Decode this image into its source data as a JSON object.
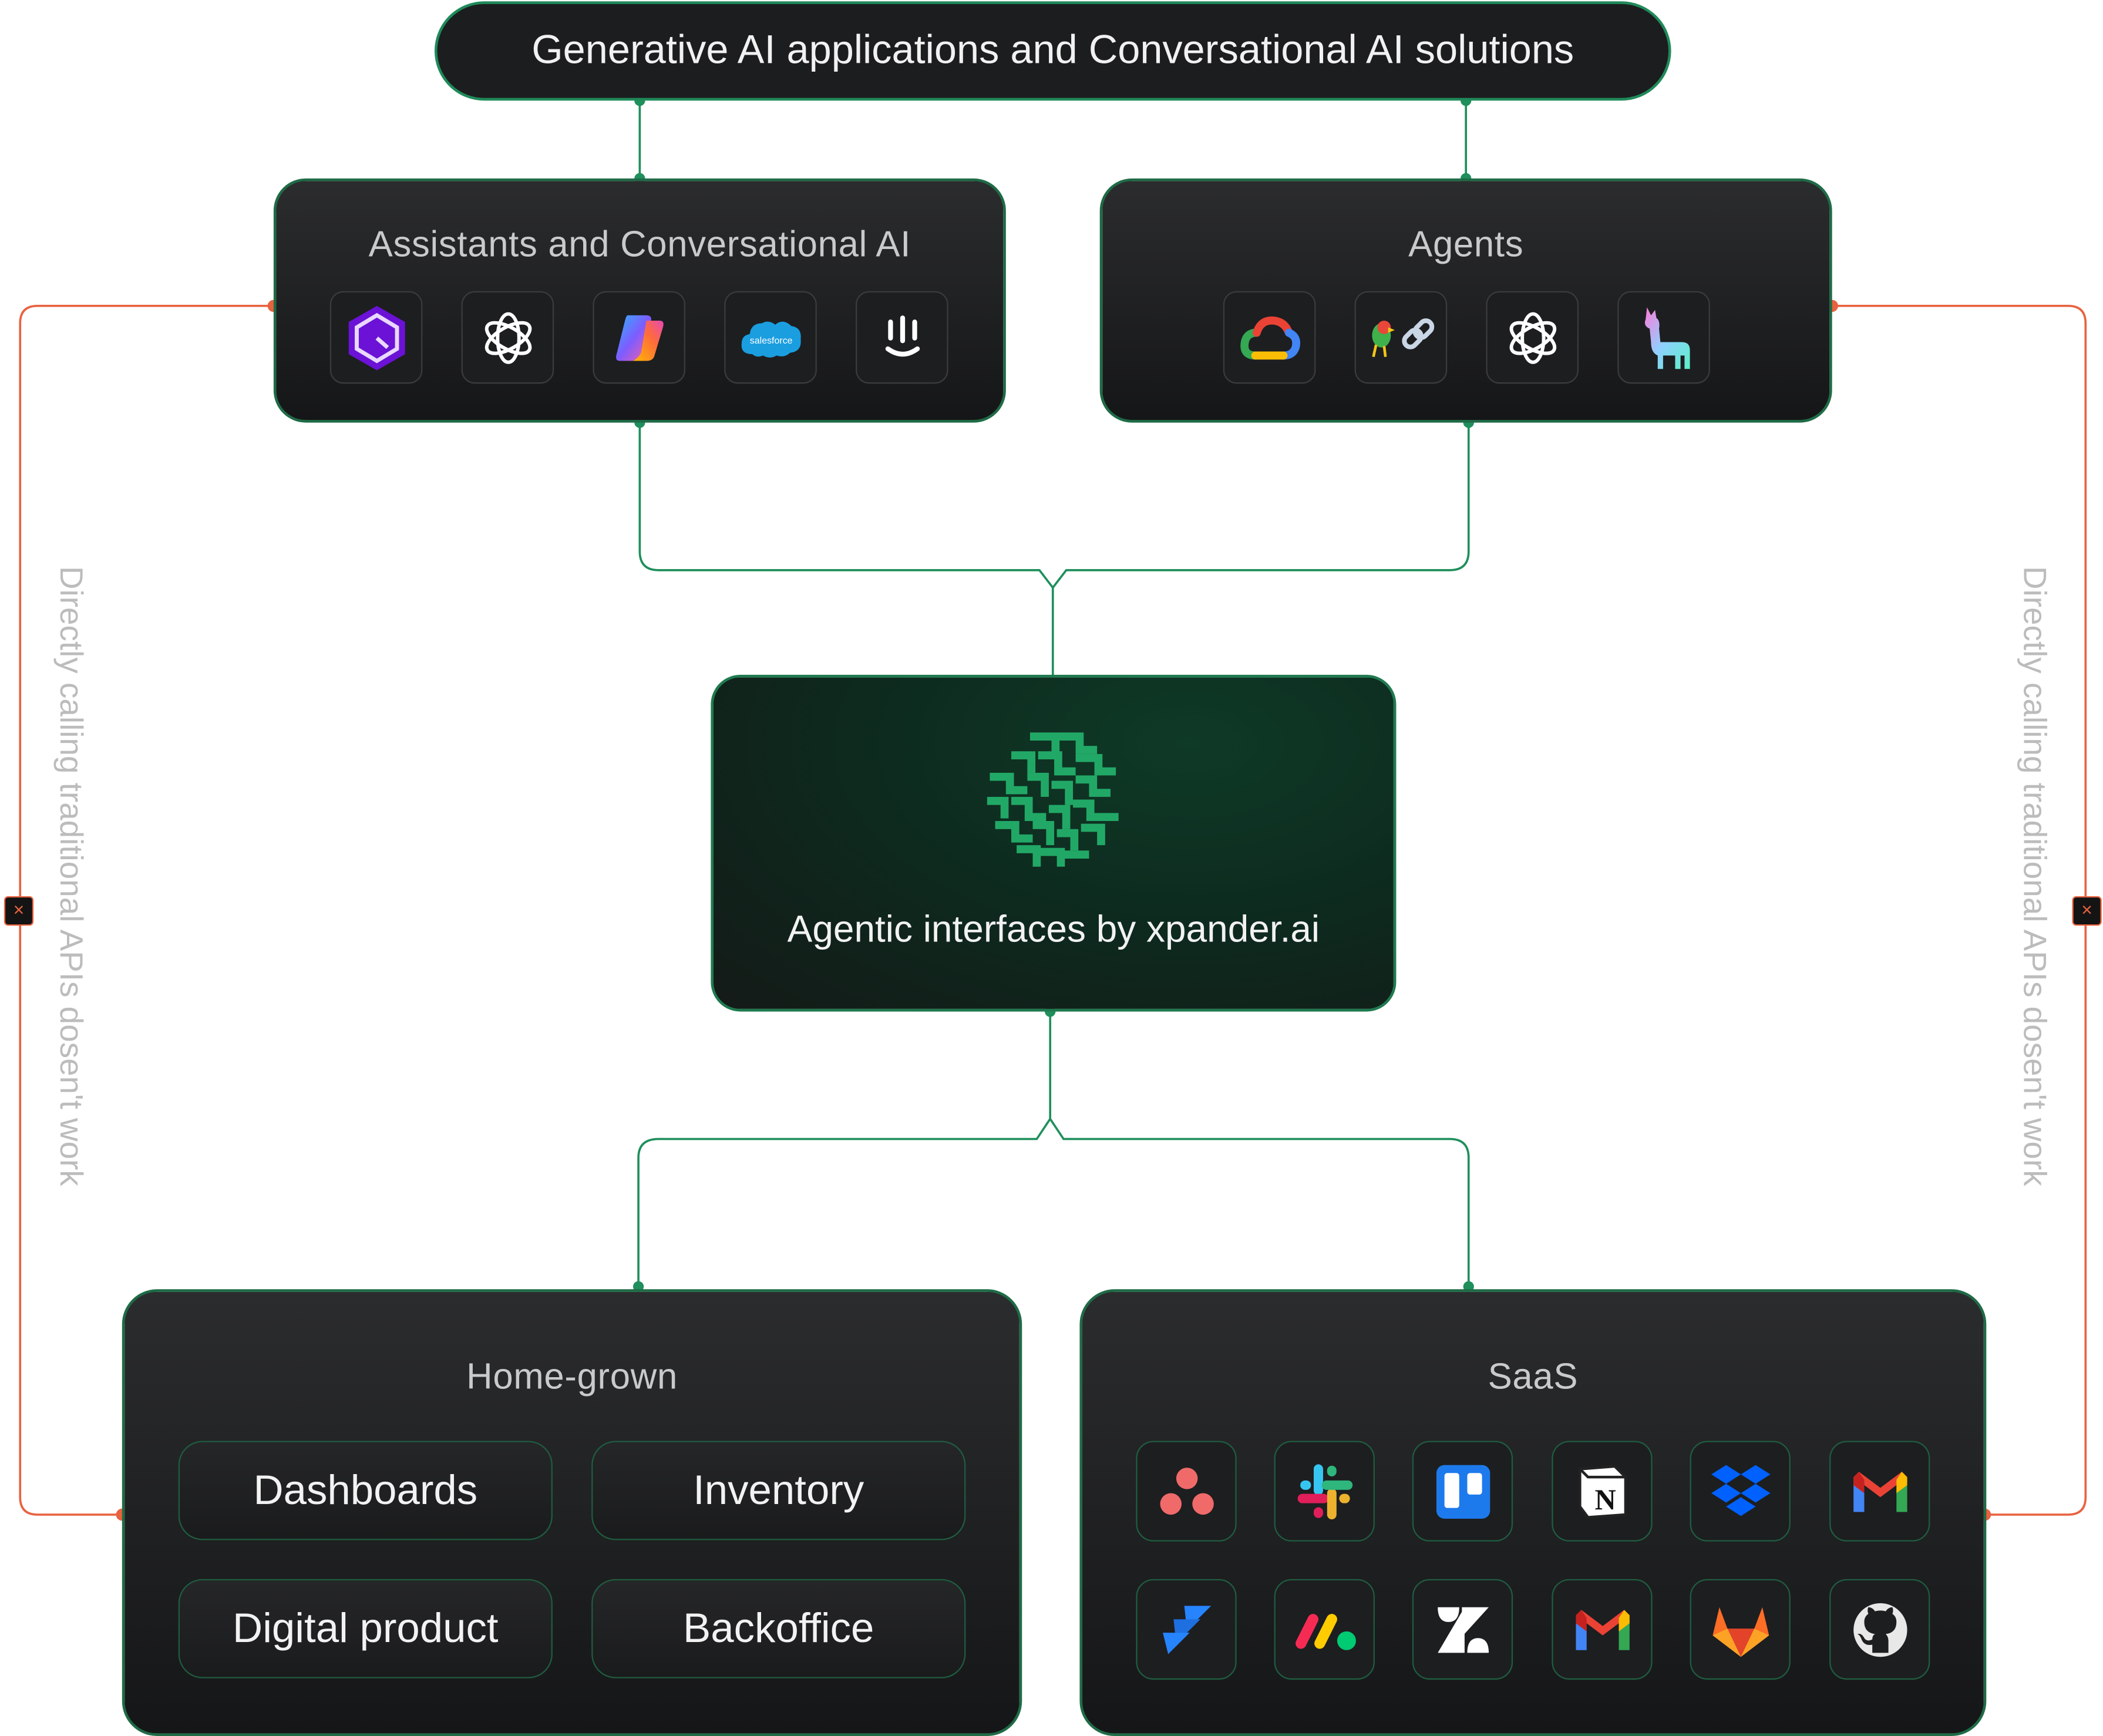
{
  "top": {
    "title": "Generative AI applications and Conversational AI solutions"
  },
  "assistants": {
    "title": "Assistants and Conversational AI",
    "icons": [
      "hexagon-q-icon",
      "openai-icon",
      "copilot-icon",
      "salesforce-icon",
      "intercom-icon"
    ],
    "salesforce_text": "salesforce"
  },
  "agents": {
    "title": "Agents",
    "icons": [
      "google-cloud-icon",
      "langchain-icon",
      "openai-icon",
      "llama-icon"
    ]
  },
  "center": {
    "title": "Agentic interfaces by xpander.ai",
    "logo": "xpander-logo"
  },
  "home_grown": {
    "title": "Home-grown",
    "items": [
      "Dashboards",
      "Inventory",
      "Digital product",
      "Backoffice"
    ]
  },
  "saas": {
    "title": "SaaS",
    "icons": [
      "asana-icon",
      "slack-icon",
      "trello-icon",
      "notion-icon",
      "dropbox-icon",
      "gmail-icon",
      "jira-icon",
      "monday-icon",
      "zendesk-icon",
      "gmail-icon",
      "gitlab-icon",
      "github-icon"
    ],
    "notion_letter": "N"
  },
  "side": {
    "left_text": "Directly calling traditional APIs dosen't work",
    "right_text": "Directly calling traditional APIs dosen't work",
    "x_symbol": "×"
  },
  "colors": {
    "connector": "#1f8f5c",
    "blocked": "#e8623f",
    "accent": "#22a866"
  }
}
